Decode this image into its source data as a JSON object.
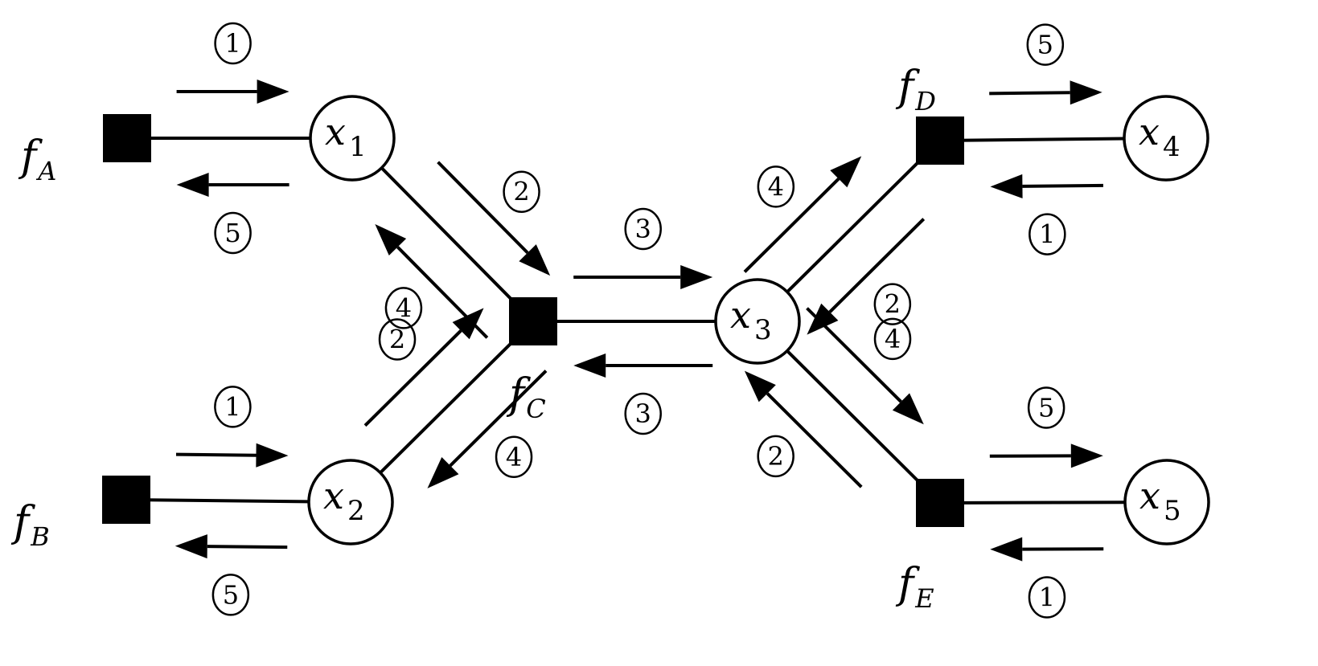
{
  "diagram": {
    "type": "factor-graph",
    "colors": {
      "ink": "#000000",
      "background": "#ffffff"
    },
    "variables": [
      {
        "id": "x1",
        "symbol": "x",
        "sub": "1"
      },
      {
        "id": "x2",
        "symbol": "x",
        "sub": "2"
      },
      {
        "id": "x3",
        "symbol": "x",
        "sub": "3"
      },
      {
        "id": "x4",
        "symbol": "x",
        "sub": "4"
      },
      {
        "id": "x5",
        "symbol": "x",
        "sub": "5"
      }
    ],
    "factors": [
      {
        "id": "fA",
        "symbol": "f",
        "sub": "A"
      },
      {
        "id": "fB",
        "symbol": "f",
        "sub": "B"
      },
      {
        "id": "fC",
        "symbol": "f",
        "sub": "C"
      },
      {
        "id": "fD",
        "symbol": "f",
        "sub": "D"
      },
      {
        "id": "fE",
        "symbol": "f",
        "sub": "E"
      }
    ],
    "edges": [
      {
        "from": "fA",
        "to": "x1"
      },
      {
        "from": "fB",
        "to": "x2"
      },
      {
        "from": "x1",
        "to": "fC"
      },
      {
        "from": "x2",
        "to": "fC"
      },
      {
        "from": "fC",
        "to": "x3"
      },
      {
        "from": "x3",
        "to": "fD"
      },
      {
        "from": "x3",
        "to": "fE"
      },
      {
        "from": "fD",
        "to": "x4"
      },
      {
        "from": "fE",
        "to": "x5"
      }
    ],
    "messages": [
      {
        "from": "fA",
        "to": "x1",
        "step": "1"
      },
      {
        "from": "x1",
        "to": "fA",
        "step": "5"
      },
      {
        "from": "fB",
        "to": "x2",
        "step": "1"
      },
      {
        "from": "x2",
        "to": "fB",
        "step": "5"
      },
      {
        "from": "x1",
        "to": "fC",
        "step": "2"
      },
      {
        "from": "fC",
        "to": "x1",
        "step": "4"
      },
      {
        "from": "x2",
        "to": "fC",
        "step": "2"
      },
      {
        "from": "fC",
        "to": "x2",
        "step": "4"
      },
      {
        "from": "fC",
        "to": "x3",
        "step": "3"
      },
      {
        "from": "x3",
        "to": "fC",
        "step": "3"
      },
      {
        "from": "x3",
        "to": "fD",
        "step": "4"
      },
      {
        "from": "fD",
        "to": "x3",
        "step": "2"
      },
      {
        "from": "x3",
        "to": "fE",
        "step": "4"
      },
      {
        "from": "fE",
        "to": "x3",
        "step": "2"
      },
      {
        "from": "fD",
        "to": "x4",
        "step": "5"
      },
      {
        "from": "x4",
        "to": "fD",
        "step": "1"
      },
      {
        "from": "fE",
        "to": "x5",
        "step": "5"
      },
      {
        "from": "x5",
        "to": "fE",
        "step": "1"
      }
    ]
  }
}
